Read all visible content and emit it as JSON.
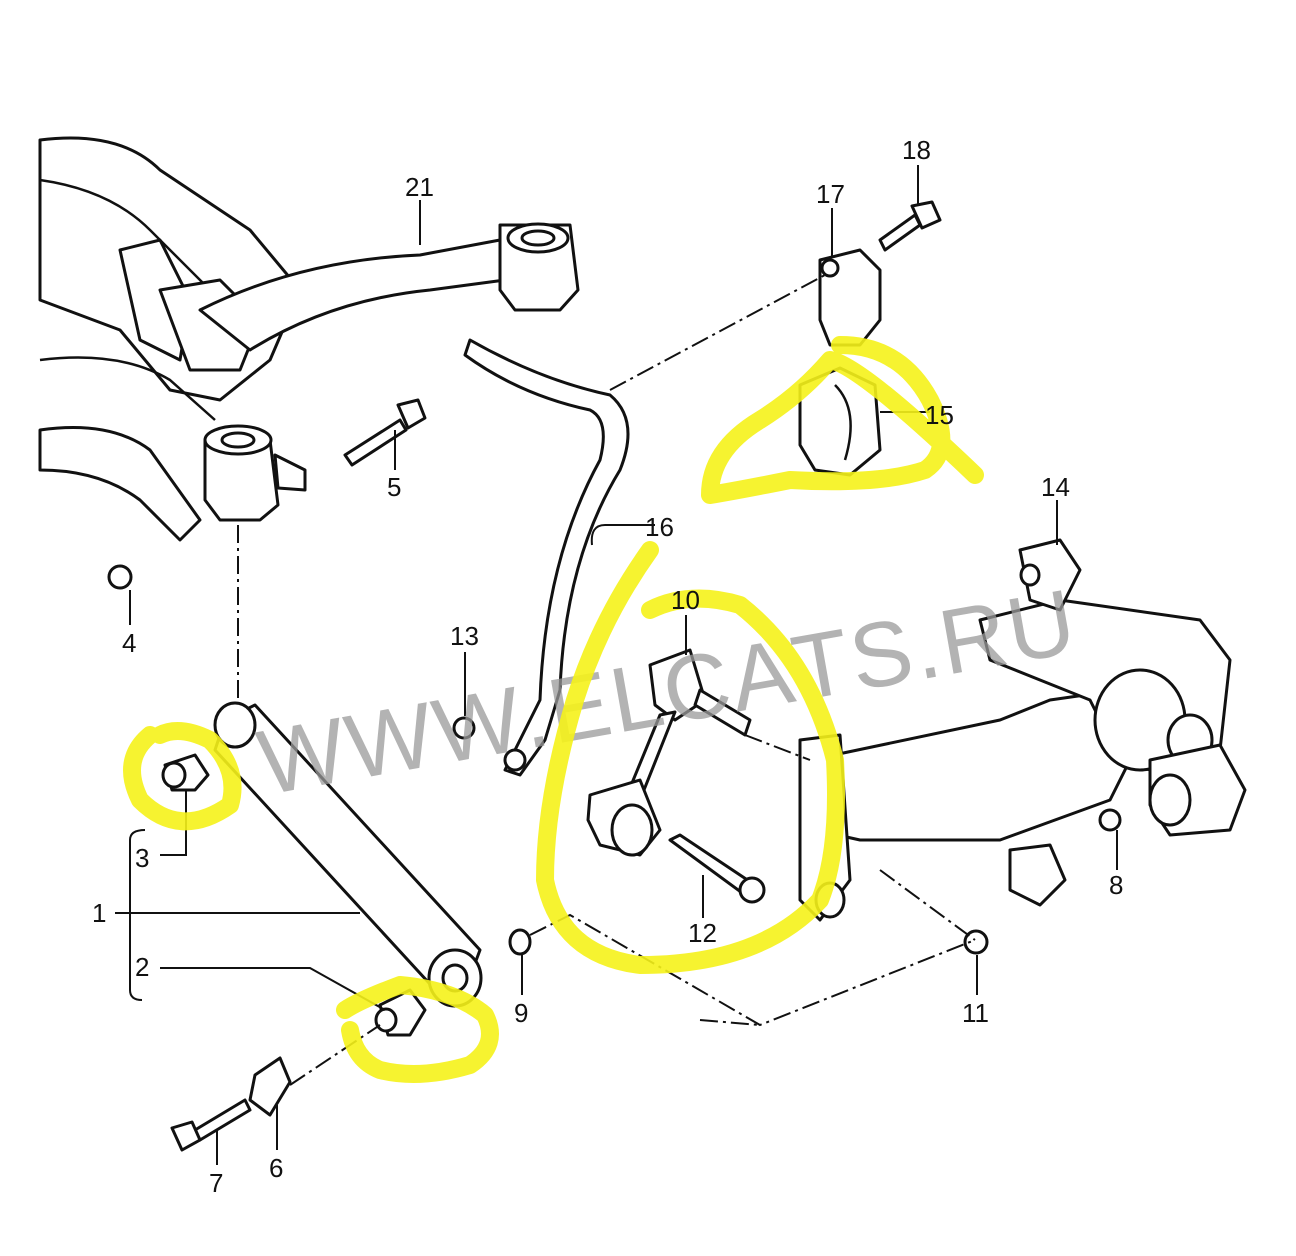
{
  "watermark": "WWW.ELCATS.RU",
  "highlight_color": "#f5f21a",
  "callouts": {
    "c1": "1",
    "c2": "2",
    "c3": "3",
    "c4": "4",
    "c5": "5",
    "c6": "6",
    "c7": "7",
    "c8": "8",
    "c9": "9",
    "c10": "10",
    "c11": "11",
    "c12": "12",
    "c13": "13",
    "c14": "14",
    "c15": "15",
    "c16": "16",
    "c17": "17",
    "c18": "18",
    "c21": "21"
  }
}
